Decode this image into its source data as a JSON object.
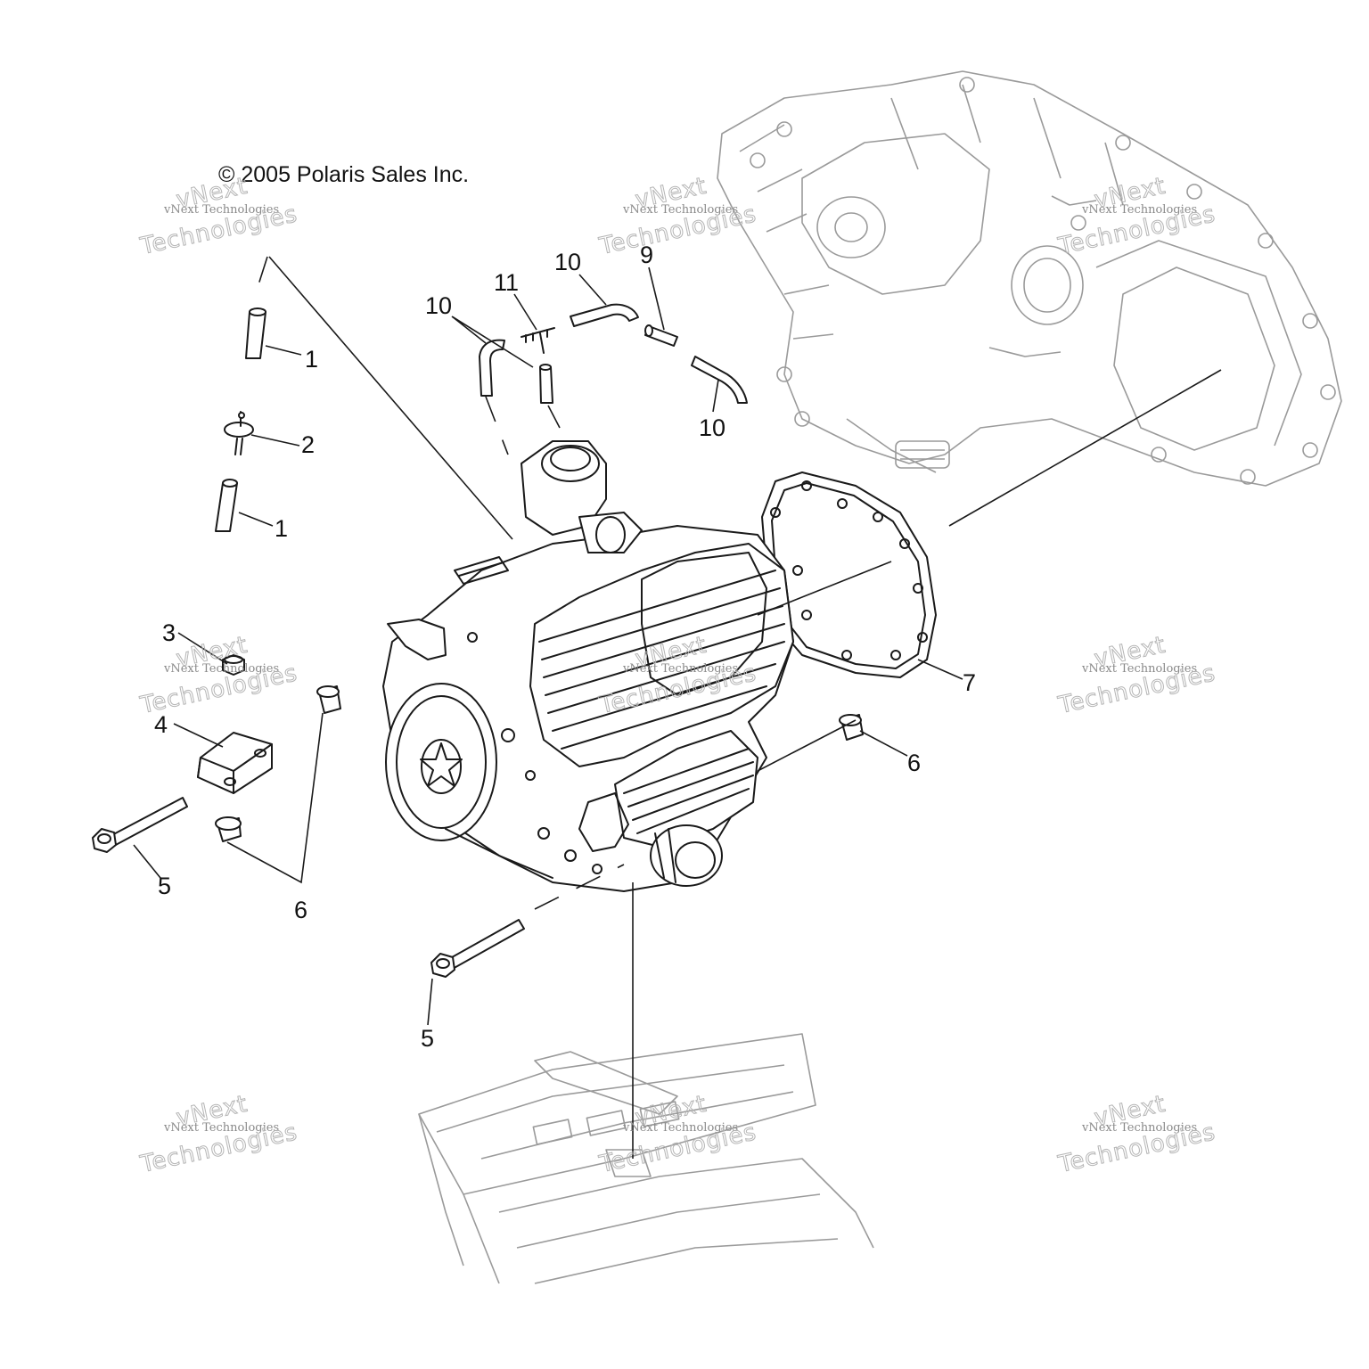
{
  "copyright": "© 2005 Polaris Sales Inc.",
  "watermark": {
    "line_small": "vNext Technologies",
    "line_top": "vNext",
    "line_bottom": "Technologies"
  },
  "callouts": {
    "c1a": "1",
    "c1b": "1",
    "c2": "2",
    "c3": "3",
    "c4": "4",
    "c5a": "5",
    "c5b": "5",
    "c6a": "6",
    "c6b": "6",
    "c7": "7",
    "c9": "9",
    "c10a": "10",
    "c10b": "10",
    "c10c": "10",
    "c11": "11"
  },
  "icons": {
    "brand_logo": "polaris-star-logo"
  }
}
